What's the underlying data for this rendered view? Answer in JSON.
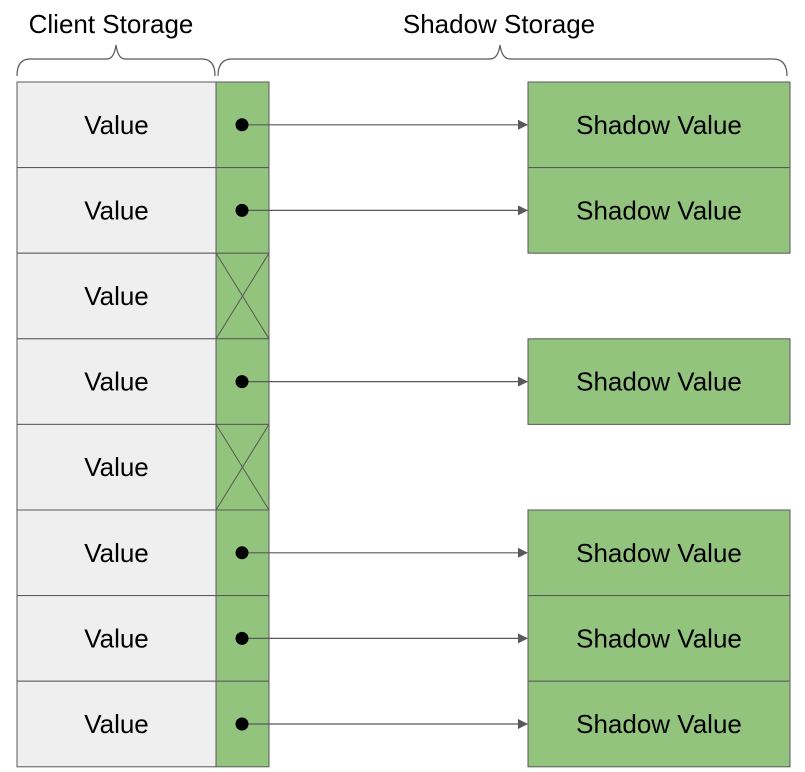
{
  "headers": {
    "client": "Client Storage",
    "shadow": "Shadow Storage"
  },
  "colors": {
    "client_fill": "#efefef",
    "pointer_fill": "#93c47d",
    "shadow_fill": "#93c47d",
    "stroke": "#595959",
    "arrow": "#595959"
  },
  "rows": [
    {
      "value": "Value",
      "has_shadow": true,
      "shadow": "Shadow Value"
    },
    {
      "value": "Value",
      "has_shadow": true,
      "shadow": "Shadow Value"
    },
    {
      "value": "Value",
      "has_shadow": false,
      "shadow": ""
    },
    {
      "value": "Value",
      "has_shadow": true,
      "shadow": "Shadow Value"
    },
    {
      "value": "Value",
      "has_shadow": false,
      "shadow": ""
    },
    {
      "value": "Value",
      "has_shadow": true,
      "shadow": "Shadow Value"
    },
    {
      "value": "Value",
      "has_shadow": true,
      "shadow": "Shadow Value"
    },
    {
      "value": "Value",
      "has_shadow": true,
      "shadow": "Shadow Value"
    }
  ]
}
